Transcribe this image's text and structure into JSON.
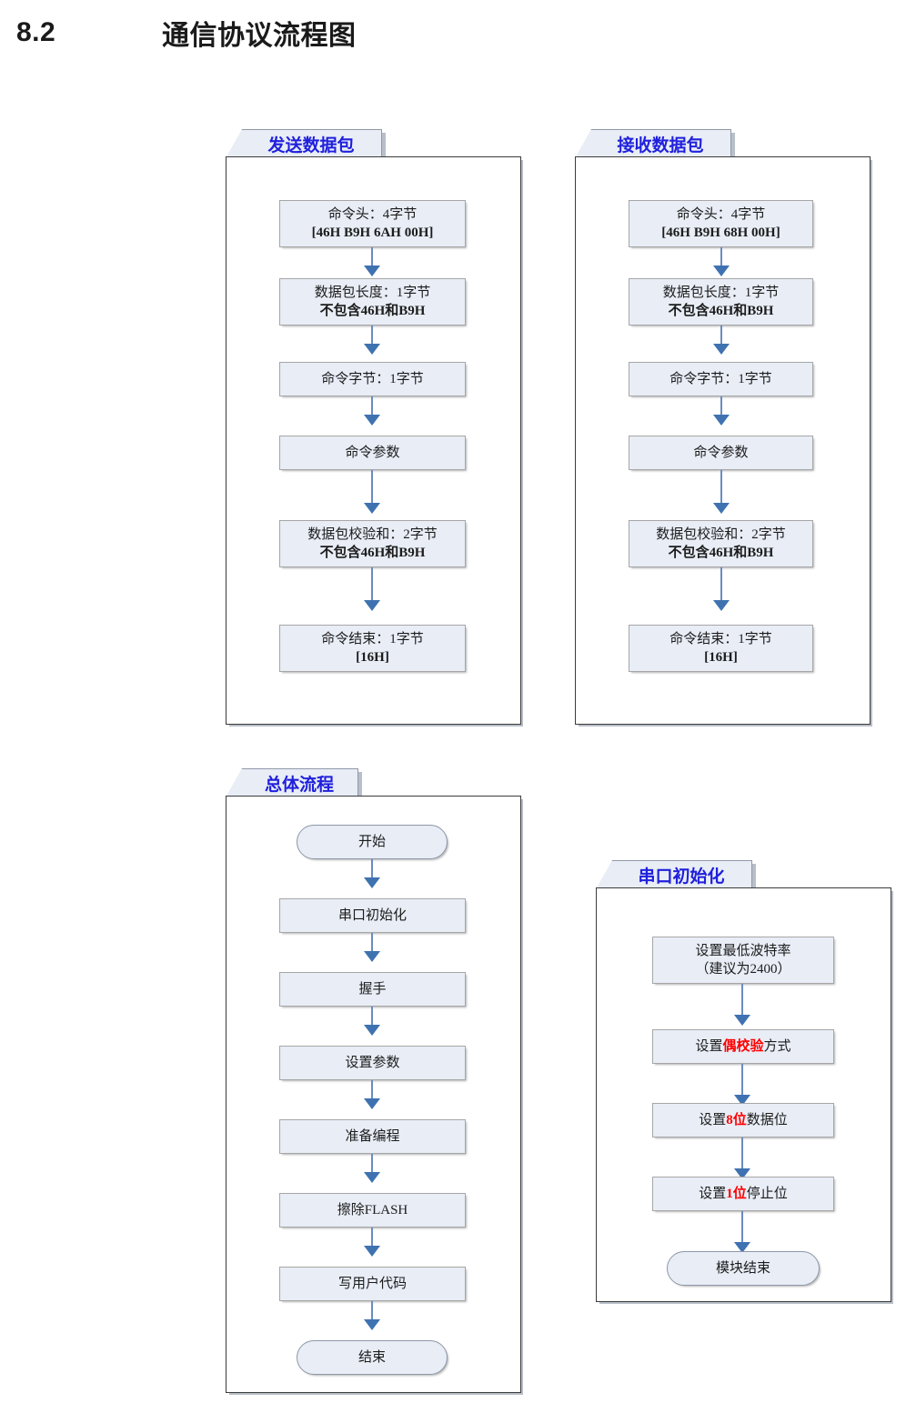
{
  "heading": {
    "number": "8.2",
    "title": "通信协议流程图"
  },
  "colors": {
    "tab_label": "#2020DC",
    "node_fill": "#E8EDF6",
    "node_border": "#A6A6A6",
    "arrow": "#3F72B0",
    "highlight": "#FF0000"
  },
  "panels": [
    {
      "id": "send-packet",
      "tab_label": "发送数据包",
      "nodes": [
        {
          "name": "command-header",
          "line1": "命令头：4字节",
          "line2": "[46H B9H 6AH 00H]"
        },
        {
          "name": "packet-length",
          "line1": "数据包长度：1字节",
          "line2": "不包含46H和B9H"
        },
        {
          "name": "command-byte",
          "line1": "命令字节：1字节",
          "line2": ""
        },
        {
          "name": "command-parameter",
          "line1": "命令参数",
          "line2": ""
        },
        {
          "name": "packet-checksum",
          "line1": "数据包校验和：2字节",
          "line2": "不包含46H和B9H"
        },
        {
          "name": "command-end",
          "line1": "命令结束：1字节",
          "line2": "[16H]"
        }
      ]
    },
    {
      "id": "receive-packet",
      "tab_label": "接收数据包",
      "nodes": [
        {
          "name": "command-header",
          "line1": "命令头：4字节",
          "line2": "[46H B9H 68H 00H]"
        },
        {
          "name": "packet-length",
          "line1": "数据包长度：1字节",
          "line2": "不包含46H和B9H"
        },
        {
          "name": "command-byte",
          "line1": "命令字节：1字节",
          "line2": ""
        },
        {
          "name": "command-parameter",
          "line1": "命令参数",
          "line2": ""
        },
        {
          "name": "packet-checksum",
          "line1": "数据包校验和：2字节",
          "line2": "不包含46H和B9H"
        },
        {
          "name": "command-end",
          "line1": "命令结束：1字节",
          "line2": "[16H]"
        }
      ]
    },
    {
      "id": "overall-flow",
      "tab_label": "总体流程",
      "nodes": [
        {
          "name": "start",
          "line1": "开始",
          "line2": "",
          "shape": "terminator"
        },
        {
          "name": "uart-init",
          "line1": "串口初始化",
          "line2": ""
        },
        {
          "name": "handshake",
          "line1": "握手",
          "line2": ""
        },
        {
          "name": "set-parameter",
          "line1": "设置参数",
          "line2": ""
        },
        {
          "name": "prepare-programming",
          "line1": "准备编程",
          "line2": ""
        },
        {
          "name": "erase-flash",
          "line1": "擦除FLASH",
          "line2": ""
        },
        {
          "name": "write-user-code",
          "line1": "写用户代码",
          "line2": ""
        },
        {
          "name": "end",
          "line1": "结束",
          "line2": "",
          "shape": "terminator"
        }
      ]
    },
    {
      "id": "uart-init",
      "tab_label": "串口初始化",
      "nodes": [
        {
          "name": "set-lowest-baudrate",
          "line1": "设置最低波特率",
          "line2": "（建议为2400）"
        },
        {
          "name": "set-even-parity",
          "pre": "设置",
          "hl": "偶校验",
          "post": "方式"
        },
        {
          "name": "set-data-bits",
          "pre": "设置",
          "hl": "8位",
          "post": "数据位"
        },
        {
          "name": "set-stop-bits",
          "pre": "设置",
          "hl": "1位",
          "post": "停止位"
        },
        {
          "name": "module-end",
          "line1": "模块结束",
          "line2": "",
          "shape": "terminator"
        }
      ]
    }
  ]
}
